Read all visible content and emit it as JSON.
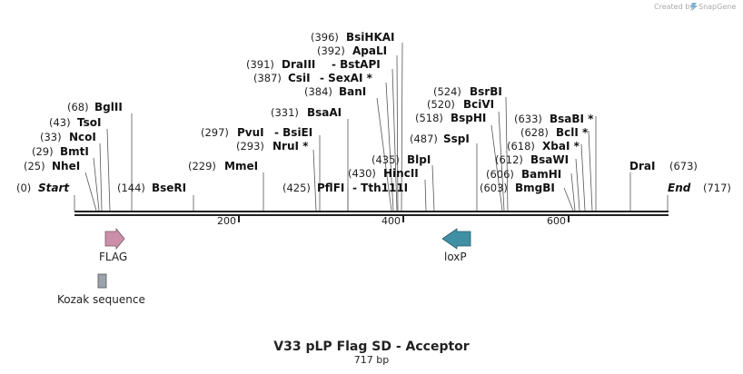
{
  "credit": {
    "text": "Created by",
    "brand": "SnapGene"
  },
  "title": "V33 pLP Flag SD - Acceptor",
  "length_label": "717 bp",
  "axis_ticks": [
    "200",
    "400",
    "600"
  ],
  "sites": [
    {
      "id": "start",
      "pos": "(0)",
      "name": "Start",
      "italic": true
    },
    {
      "id": "nhei",
      "pos": "(25)",
      "name": "NheI"
    },
    {
      "id": "bmti",
      "pos": "(29)",
      "name": "BmtI"
    },
    {
      "id": "ncoi",
      "pos": "(33)",
      "name": "NcoI"
    },
    {
      "id": "tsoi",
      "pos": "(43)",
      "name": "TsoI"
    },
    {
      "id": "bglii",
      "pos": "(68)",
      "name": "BglII"
    },
    {
      "id": "bseri",
      "pos": "(144)",
      "name": "BseRI"
    },
    {
      "id": "mmei",
      "pos": "(229)",
      "name": "MmeI"
    },
    {
      "id": "nrui",
      "pos": "(293)",
      "name": "NruI *"
    },
    {
      "id": "pvui",
      "pos": "(297)",
      "name": "PvuI",
      "extra": "- BsiEI"
    },
    {
      "id": "bsaai",
      "pos": "(331)",
      "name": "BsaAI"
    },
    {
      "id": "pflfi",
      "pos": "(425)",
      "name": "PflFI",
      "extra": "- Tth111I"
    },
    {
      "id": "bani",
      "pos": "(384)",
      "name": "BanI"
    },
    {
      "id": "csii",
      "pos": "(387)",
      "name": "CsiI",
      "extra": "- SexAI *"
    },
    {
      "id": "draiii",
      "pos": "(391)",
      "name": "DraIII",
      "extra": "- BstAPI"
    },
    {
      "id": "apali",
      "pos": "(392)",
      "name": "ApaLI"
    },
    {
      "id": "bsihkai",
      "pos": "(396)",
      "name": "BsiHKAI"
    },
    {
      "id": "hincii",
      "pos": "(430)",
      "name": "HincII"
    },
    {
      "id": "blpi",
      "pos": "(435)",
      "name": "BlpI"
    },
    {
      "id": "sspi",
      "pos": "(487)",
      "name": "SspI"
    },
    {
      "id": "bsphi",
      "pos": "(518)",
      "name": "BspHI"
    },
    {
      "id": "bcivi",
      "pos": "(520)",
      "name": "BciVI"
    },
    {
      "id": "bsrbi",
      "pos": "(524)",
      "name": "BsrBI"
    },
    {
      "id": "bmgbi",
      "pos": "(603)",
      "name": "BmgBI"
    },
    {
      "id": "bamhi",
      "pos": "(606)",
      "name": "BamHI"
    },
    {
      "id": "bsawi",
      "pos": "(612)",
      "name": "BsaWI"
    },
    {
      "id": "xbai",
      "pos": "(618)",
      "name": "XbaI *"
    },
    {
      "id": "bcli",
      "pos": "(628)",
      "name": "BclI *"
    },
    {
      "id": "bsabi",
      "pos": "(633)",
      "name": "BsaBI *"
    },
    {
      "id": "drai",
      "pos": "(673)",
      "name": "DraI"
    },
    {
      "id": "end",
      "pos": "(717)",
      "name": "End",
      "italic": true
    }
  ],
  "features": [
    {
      "id": "flag",
      "label": "FLAG",
      "color": "#cc8fa9",
      "direction": "forward"
    },
    {
      "id": "loxp",
      "label": "loxP",
      "color": "#3f8fa5",
      "direction": "reverse"
    },
    {
      "id": "kozak",
      "label": "Kozak sequence",
      "color": "#9aa3ab",
      "direction": "none"
    }
  ]
}
